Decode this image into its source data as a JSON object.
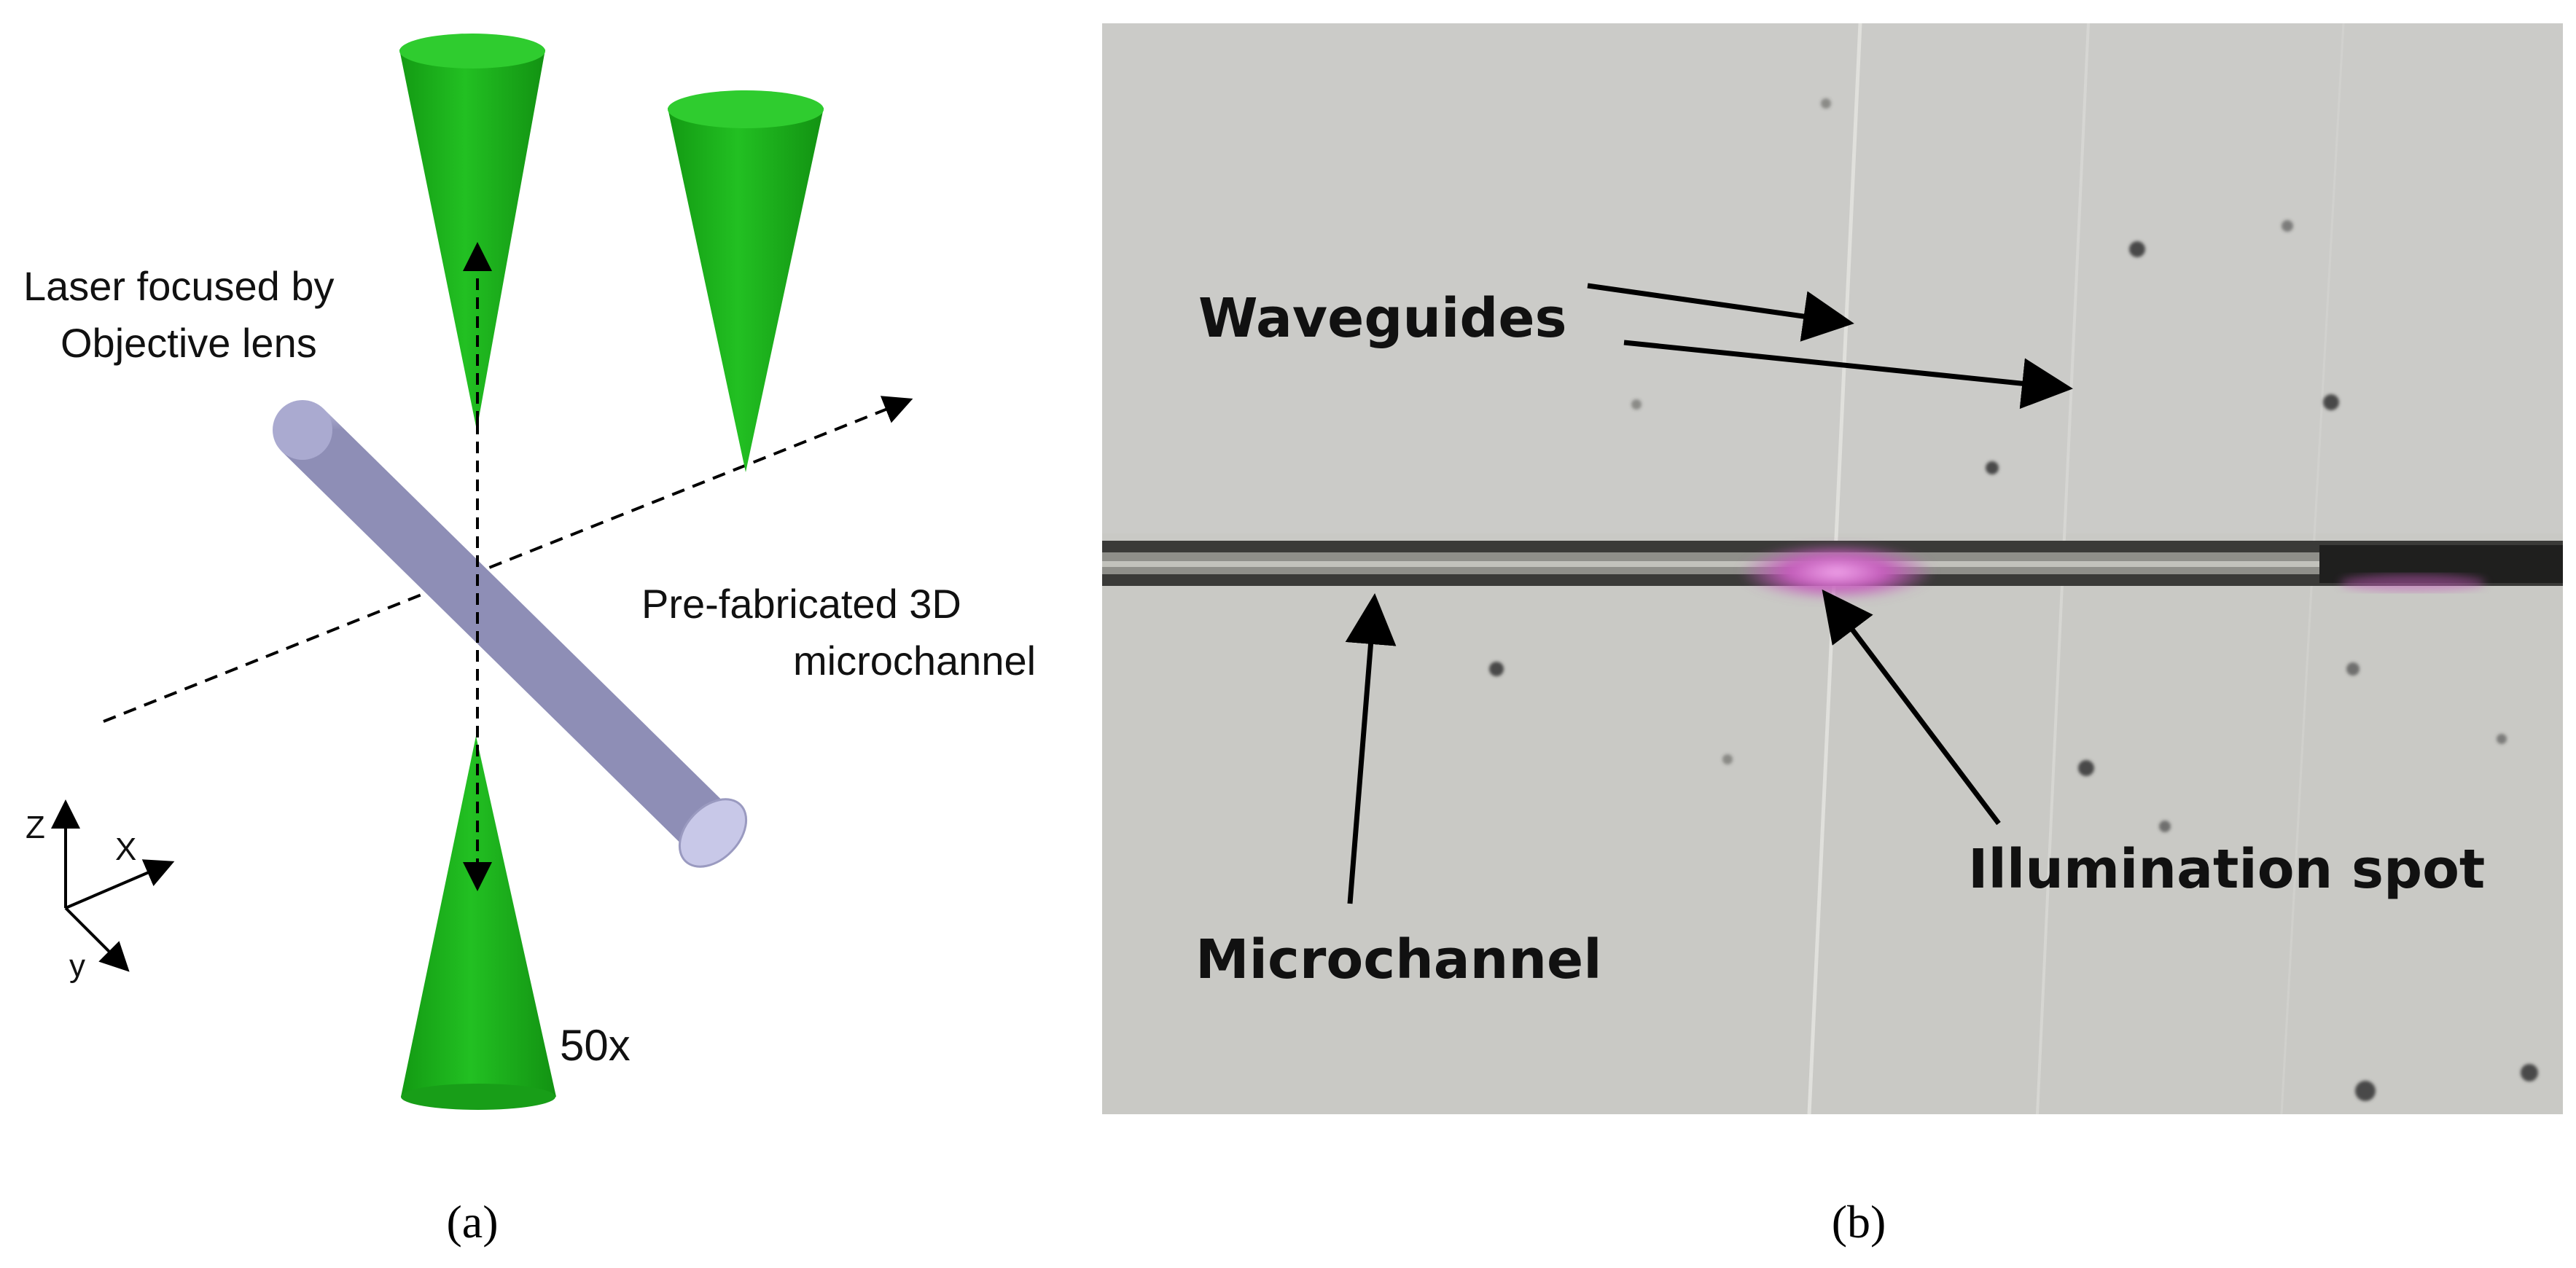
{
  "panel_a": {
    "caption": "(a)",
    "labels": {
      "laser_line1": "Laser focused by",
      "laser_line2": "Objective lens",
      "prefab_line1": "Pre-fabricated  3D",
      "prefab_line2": "microchannel",
      "magnification": "50x"
    },
    "axes": {
      "z": "Z",
      "x": "X",
      "y": "y"
    },
    "colors": {
      "cone_green": "#1db31d",
      "channel_body": "#b9b9dc"
    }
  },
  "panel_b": {
    "caption": "(b)",
    "labels": {
      "waveguides": "Waveguides",
      "illumination": "Illumination spot",
      "microchannel": "Microchannel"
    },
    "colors": {
      "background_gray": "#c9c9c5",
      "channel_dark": "#333333",
      "spot_magenta": "#d05ac8"
    }
  }
}
